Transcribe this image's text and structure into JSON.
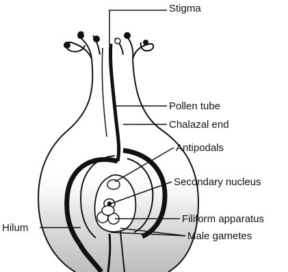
{
  "labels": {
    "stigma": "Stigma",
    "pollen_tube": "Pollen tube",
    "chalazal_end": "Chalazal end",
    "antipodals": "Antipodals",
    "secondary_nucleus": "Secondary nucleus",
    "filiform_apparatus": "Filiform apparatus",
    "hilum": "Hilum",
    "male_gametes": "Male gametes"
  },
  "colors": {
    "ink": "#111111",
    "background": "#ffffff",
    "shading": "#cfcfcf"
  }
}
